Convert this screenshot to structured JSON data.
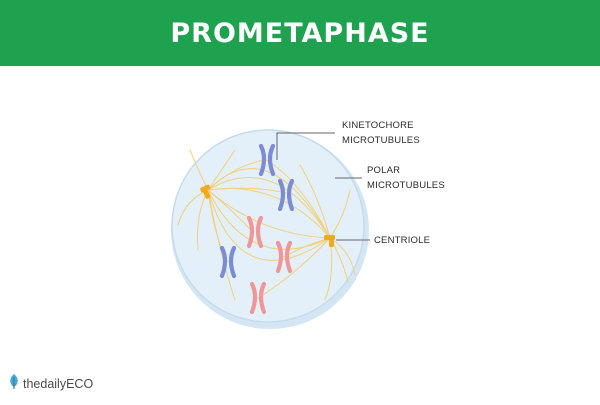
{
  "header": {
    "title": "PROMETAPHASE",
    "background": "#1ea24f"
  },
  "labels": {
    "kinetochore_line1": "KINETOCHORE",
    "kinetochore_line2": "MICROTUBULES",
    "polar_line1": "POLAR",
    "polar_line2": "MICROTUBULES",
    "centriole": "CENTRIOLE"
  },
  "brand": {
    "name": "thedailyECO",
    "icon": "leaf-icon"
  },
  "colors": {
    "cell_fill": "#dfeef9",
    "cell_edge": "#b5d3ea",
    "microtubule": "#f3cf7a",
    "centriole": "#f2aa1c",
    "chromosome_blue": "#7b8bd6",
    "chromosome_red": "#ef9696",
    "leader_line": "#666666"
  },
  "chromosomes": [
    {
      "id": "blue-top",
      "color": "blue",
      "angle": 0
    },
    {
      "id": "blue-mid",
      "color": "blue",
      "angle": 0
    },
    {
      "id": "red-center",
      "color": "red",
      "angle": 0
    },
    {
      "id": "blue-left",
      "color": "blue",
      "angle": 0
    },
    {
      "id": "red-right",
      "color": "red",
      "angle": 0
    },
    {
      "id": "red-bottom",
      "color": "red",
      "angle": 0
    }
  ]
}
